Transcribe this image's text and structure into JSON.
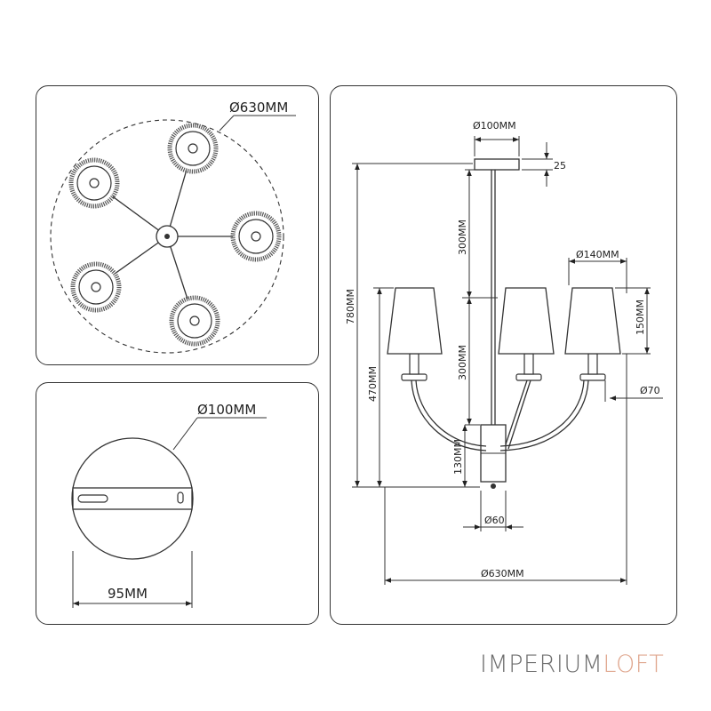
{
  "top_view": {
    "diameter_label": "Ø630MM"
  },
  "plate": {
    "diameter_label": "Ø100MM",
    "depth_label": "95MM"
  },
  "side_view": {
    "canopy_diameter": "Ø100MM",
    "canopy_height": "25",
    "rod_upper": "300MM",
    "rod_lower": "300MM",
    "total_height": "780MM",
    "arm_height": "470MM",
    "body_height": "130MM",
    "shade_diameter": "Ø140MM",
    "shade_height": "150MM",
    "cup_diameter": "Ø70",
    "body_diameter": "Ø60",
    "span_diameter": "Ø630MM"
  },
  "brand": {
    "part1": "IMPERIUM",
    "part2": "LOFT",
    "color_main": "#6e6e6e",
    "color_accent": "#e0a890"
  }
}
